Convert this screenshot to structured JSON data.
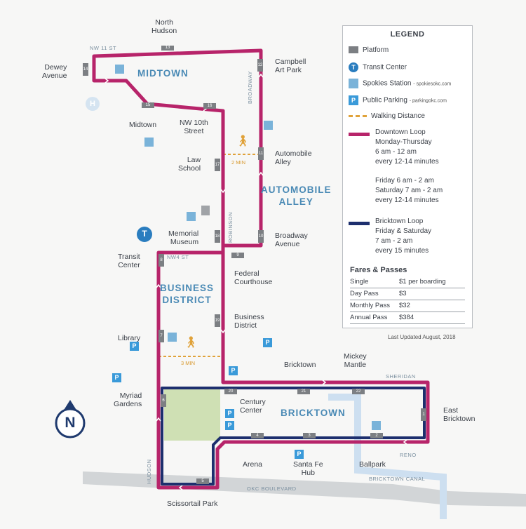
{
  "areas": {
    "midtown": "MIDTOWN",
    "automobile_alley": "AUTOMOBILE\nALLEY",
    "business_district": "BUSINESS\nDISTRICT",
    "bricktown": "BRICKTOWN"
  },
  "stops": {
    "north_hudson": "North\nHudson",
    "dewey_avenue": "Dewey\nAvenue",
    "campbell_art_park": "Campbell\nArt Park",
    "midtown": "Midtown",
    "nw_10th_street": "NW 10th\nStreet",
    "law_school": "Law\nSchool",
    "automobile_alley": "Automobile\nAlley",
    "memorial_museum": "Memorial\nMuseum",
    "broadway_avenue": "Broadway\nAvenue",
    "transit_center": "Transit\nCenter",
    "federal_courthouse": "Federal\nCourthouse",
    "business_district": "Business\nDistrict",
    "library": "Library",
    "bricktown": "Bricktown",
    "mickey_mantle": "Mickey\nMantle",
    "myriad_gardens": "Myriad\nGardens",
    "century_center": "Century\nCenter",
    "east_bricktown": "East\nBricktown",
    "arena": "Arena",
    "santa_fe_hub": "Santa Fe\nHub",
    "ballpark": "Ballpark",
    "scissortail_park": "Scissortail Park"
  },
  "platform_numbers": {
    "p1": "1",
    "p2": "2",
    "p3": "3",
    "p4": "4",
    "p5": "5",
    "p6": "6",
    "p7": "7",
    "p8": "8",
    "p9": "9",
    "p10": "10",
    "p11": "11",
    "p12": "12",
    "p13": "13",
    "p14": "14",
    "p15": "15",
    "p16": "16",
    "p17": "17",
    "p18": "18",
    "p19": "19",
    "p20": "20",
    "p21": "21",
    "p22": "22"
  },
  "streets": {
    "nw11": "NW 11 ST",
    "broadway": "BROADWAY",
    "robinson": "ROBINSON",
    "nw4": "NW4 ST",
    "hudson": "HUDSON",
    "sheridan": "SHERIDAN",
    "reno": "RENO",
    "bricktown_canal": "BRICKTOWN CANAL",
    "okc_boulevard": "OKC BOULEVARD"
  },
  "walks": {
    "w1": "2 MIN",
    "w2": "3 MIN"
  },
  "icons": {
    "transit": "T",
    "parking": "P",
    "hospital": "H",
    "north": "N"
  },
  "legend": {
    "title": "LEGEND",
    "platform": "Platform",
    "transit_center": "Transit Center",
    "spokies": "Spokies Station",
    "spokies_url": "- spokiesokc.com",
    "parking": "Public Parking",
    "parking_url": "- parkingokc.com",
    "walking": "Walking Distance",
    "downtown_loop": "Downtown Loop",
    "dl_l1": "Monday-Thursday",
    "dl_l2": "6 am - 12 am",
    "dl_l3": "every 12-14 minutes",
    "dl_l4": "Friday 6 am - 2 am",
    "dl_l5": "Saturday 7 am - 2 am",
    "dl_l6": "every 12-14 minutes",
    "bricktown_loop": "Bricktown Loop",
    "bl_l1": "Friday & Saturday",
    "bl_l2": "7 am - 2 am",
    "bl_l3": "every 15 minutes",
    "fares_title": "Fares & Passes",
    "fares": [
      {
        "name": "Single",
        "price": "$1 per boarding"
      },
      {
        "name": "Day Pass",
        "price": "$3"
      },
      {
        "name": "Monthly Pass",
        "price": "$32"
      },
      {
        "name": "Annual Pass",
        "price": "$384"
      }
    ]
  },
  "updated": "Last Updated August, 2018",
  "colors": {
    "downtown_loop": "#b7246a",
    "bricktown_loop": "#1d2f6e",
    "platform": "#7c7f83",
    "area_text": "#4a8ab5",
    "transit": "#2a7dbf",
    "spokies": "#7ab3d9",
    "parking": "#3a9ad9",
    "walking": "#e0a23a",
    "canal": "#c9dcee",
    "road": "#cfd2d4",
    "park": "#cfe0b4"
  }
}
